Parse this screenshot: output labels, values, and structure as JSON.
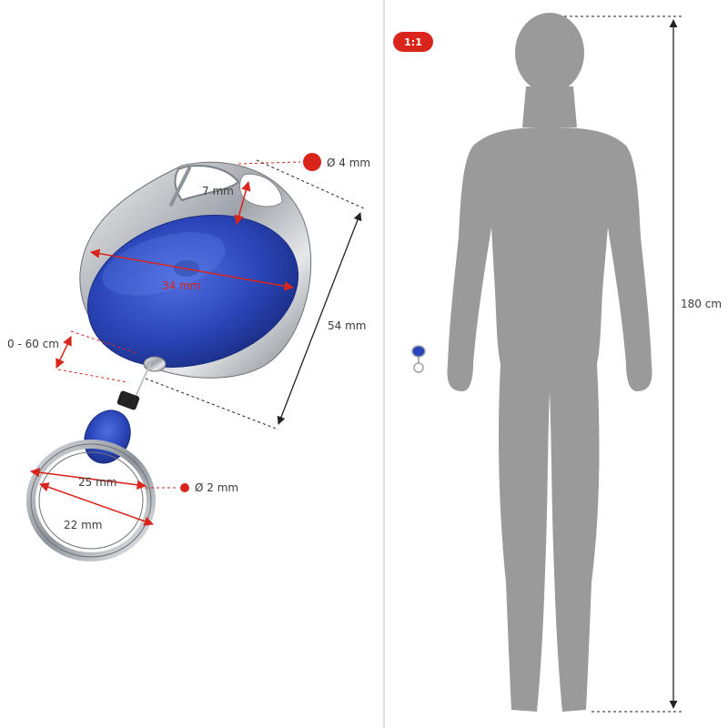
{
  "scale_badge": "1:1",
  "labels": {
    "hole_diameter": "Ø 4 mm",
    "clip_opening": "7 mm",
    "disc_diameter": "34 mm",
    "total_length": "54 mm",
    "cord_length": "0 - 60 cm",
    "ring_outer": "25 mm",
    "ring_inner": "22 mm",
    "wire_diameter": "Ø 2 mm",
    "figure_height": "180 cm"
  },
  "colors": {
    "accent_red": "#d9251c",
    "product_blue": "#2a45b8",
    "silhouette_gray": "#9a9a9a",
    "dim_line": "#222222"
  }
}
